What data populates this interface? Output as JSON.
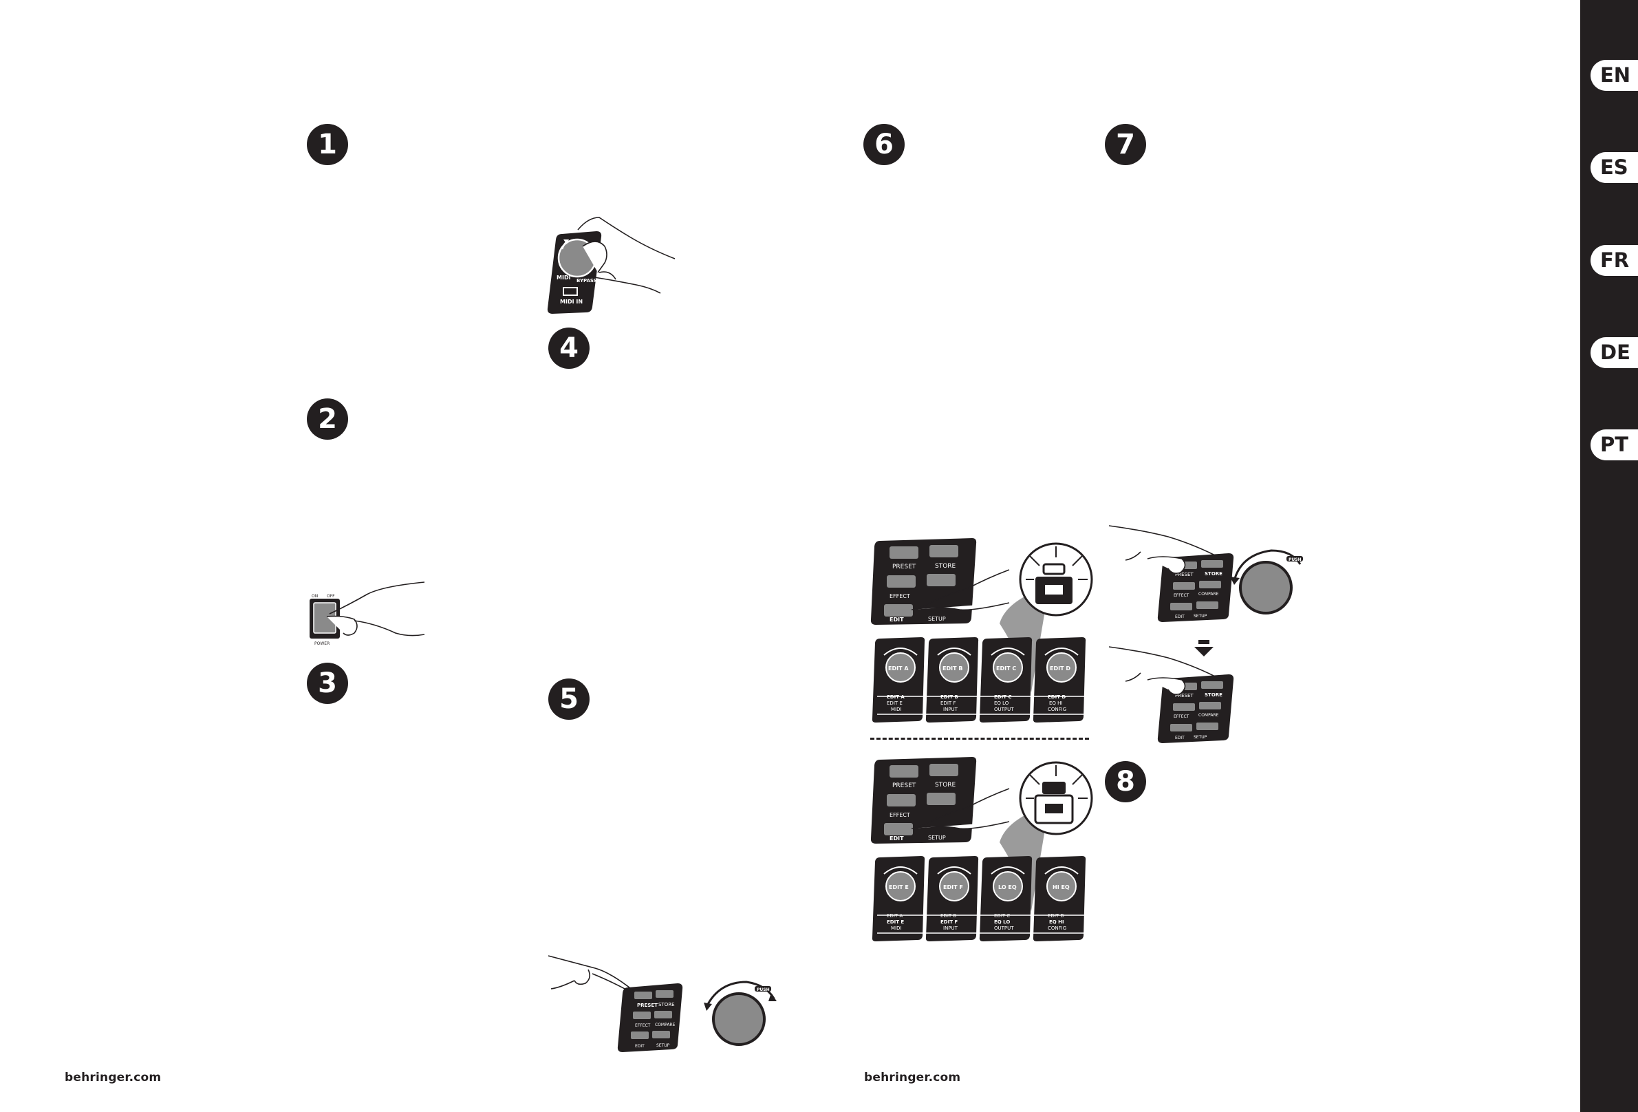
{
  "steps": {
    "s1": "1",
    "s2": "2",
    "s3": "3",
    "s4": "4",
    "s5": "5",
    "s6": "6",
    "s7": "7",
    "s8": "8"
  },
  "footer": {
    "left": "behringer.com",
    "right": "behringer.com"
  },
  "languages": [
    "EN",
    "ES",
    "FR",
    "DE",
    "PT"
  ],
  "device": {
    "preset": "PRESET",
    "store": "STORE",
    "effect": "EFFECT",
    "compare": "COMPARE",
    "edit": "EDIT",
    "setup": "SETUP",
    "power": "POWER",
    "on": "ON",
    "off": "OFF",
    "midi_in": "MIDI IN",
    "midi": "MIDI",
    "bypass": "BYPASS",
    "push": "PUSH",
    "knobs_top": [
      "EDIT A",
      "EDIT B",
      "EDIT C",
      "EDIT D"
    ],
    "knobs_bottom": [
      "EDIT E",
      "EDIT F",
      "LO EQ",
      "HI EQ"
    ],
    "col_labels": [
      [
        "EDIT A",
        "EDIT E",
        "MIDI"
      ],
      [
        "EDIT B",
        "EDIT F",
        "INPUT"
      ],
      [
        "EDIT C",
        "EQ LO",
        "OUTPUT"
      ],
      [
        "EDIT D",
        "EQ HI",
        "CONFIG"
      ]
    ]
  }
}
